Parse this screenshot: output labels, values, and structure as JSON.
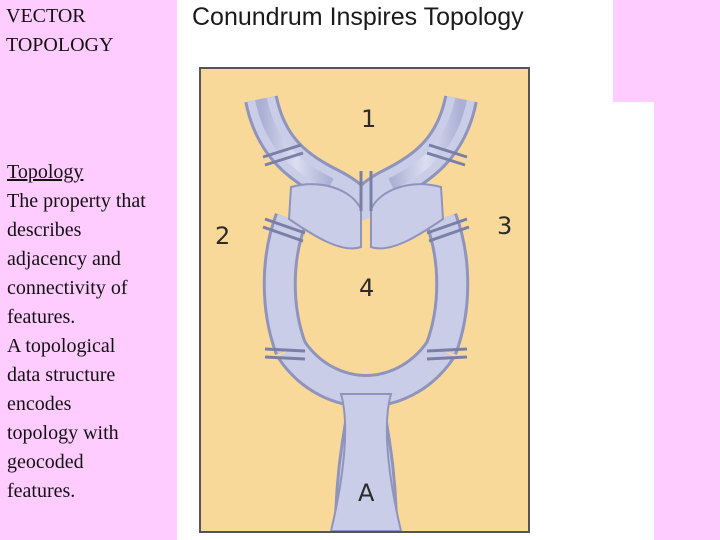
{
  "left_panel": {
    "title_line1": "VECTOR",
    "title_line2": "TOPOLOGY",
    "term": "Topology",
    "body_lines": [
      "The property that",
      "describes",
      "adjacency and",
      "connectivity of",
      "features.",
      "A topological",
      "data structure",
      "encodes",
      "topology with",
      "geocoded",
      "features."
    ]
  },
  "slide": {
    "title": "Conundrum Inspires Topology"
  },
  "figure": {
    "labels": {
      "top": "1",
      "left": "2",
      "right": "3",
      "center": "4",
      "bottom": "A"
    },
    "colors": {
      "background": "#f9d99a",
      "channel": "#c7cbe6",
      "channel_edge": "#9a9fc6",
      "frame": "#555555"
    }
  },
  "colors": {
    "page_background": "#ffccff",
    "panel_background": "#ffffff"
  }
}
